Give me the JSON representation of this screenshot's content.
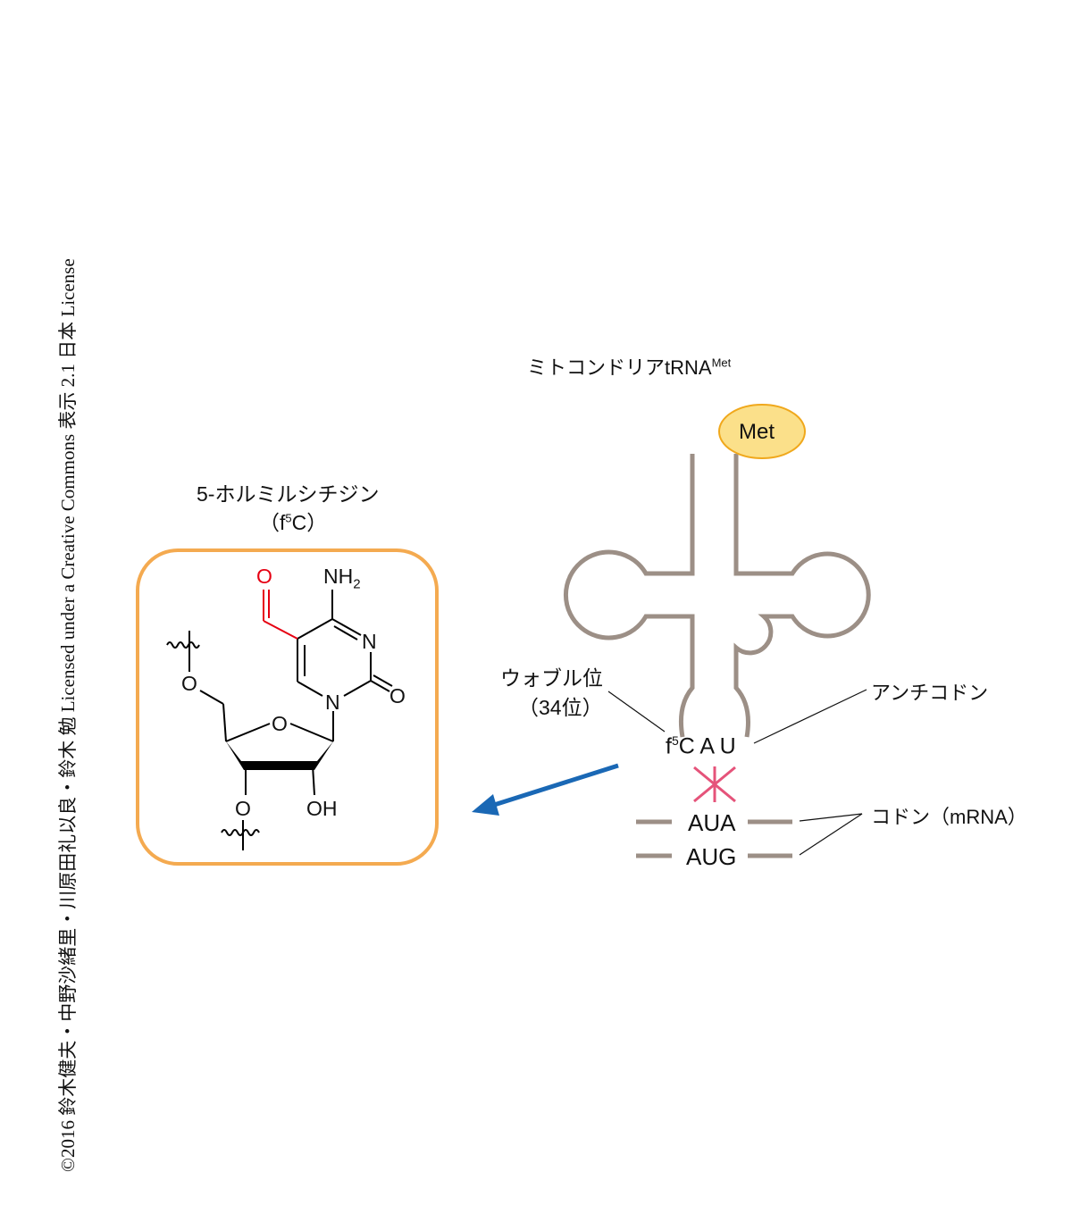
{
  "copyright": "©2016 鈴木健夫・中野沙緒里・川原田礼以良・鈴木 勉 Licensed under a Creative Commons 表示 2.1 日本 License",
  "trna": {
    "title": "ミトコンドリアtRNA",
    "title_sup": "Met",
    "amino_acid": "Met"
  },
  "nucleoside": {
    "name": "5-ホルミルシチジン",
    "abbr_open": "（f",
    "abbr_sup": "5",
    "abbr_close": "C）"
  },
  "molecule": {
    "aldehyde_o": "O",
    "nh2": "NH",
    "nh2_sub": "2",
    "n3": "N",
    "o2": "O",
    "n1": "N",
    "ring_o": "O",
    "o5": "O",
    "o3": "O",
    "oh": "OH"
  },
  "labels": {
    "wobble": "ウォブル位",
    "wobble_pos": "（34位）",
    "anticodon_label": "アンチコドン",
    "codon_label": "コドン（mRNA）",
    "anticodon_f": "f",
    "anticodon_sup": "5",
    "anticodon_rest": "C A U",
    "codon1": "AUA",
    "codon2": "AUG"
  },
  "colors": {
    "trna": "#9c8f86",
    "box": "#f4aa50",
    "arrow": "#1a68b5",
    "cross": "#e5537a",
    "aldehyde": "#e60012"
  }
}
